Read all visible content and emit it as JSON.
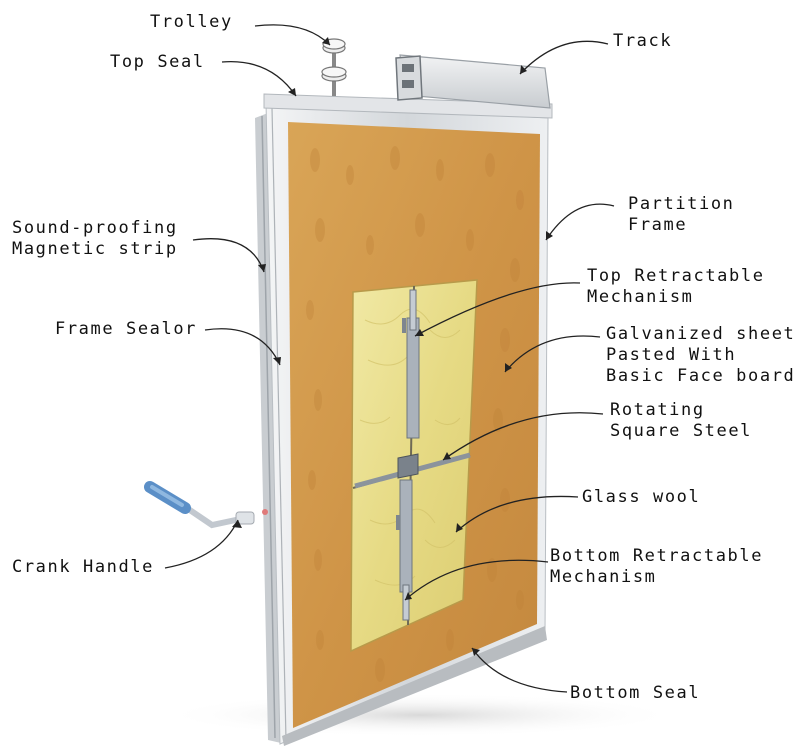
{
  "labels": {
    "trolley": "Trolley",
    "top_seal": "Top Seal",
    "track": "Track",
    "partition_frame": [
      "Partition",
      "Frame"
    ],
    "soundproof_strip": [
      "Sound-proofing",
      "Magnetic strip"
    ],
    "top_retractable": [
      "Top Retractable",
      "Mechanism"
    ],
    "frame_sealor": "Frame Sealor",
    "galvanized_sheet": [
      "Galvanized sheet",
      "Pasted With",
      "Basic Face board"
    ],
    "rotating_steel": [
      "Rotating",
      "Square Steel"
    ],
    "glass_wool": "Glass wool",
    "crank_handle": "Crank Handle",
    "bottom_retractable": [
      "Bottom Retractable",
      "Mechanism"
    ],
    "bottom_seal": "Bottom Seal"
  },
  "colors": {
    "wood": "#d49a4e",
    "wood_dark": "#b87a35",
    "frame": "#dcdfe2",
    "glass_wool": "#ebe08c",
    "steel": "#9aa3ad",
    "handle_blue": "#5b8fc7",
    "leader": "#222222"
  }
}
